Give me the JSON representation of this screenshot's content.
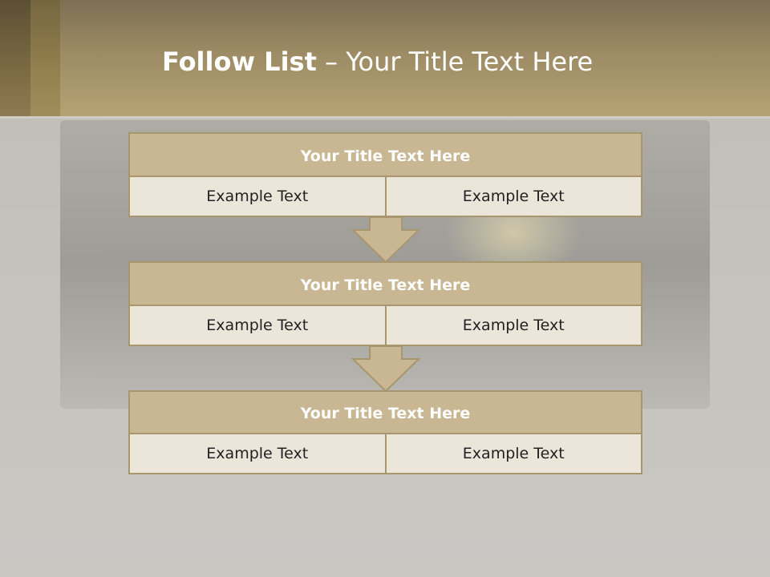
{
  "slide": {
    "title_bold": "Follow List",
    "title_rest": " – Your Title Text Here"
  },
  "blocks": [
    {
      "title": "Your Title Text Here",
      "left": "Example Text",
      "right": "Example Text"
    },
    {
      "title": "Your Title Text Here",
      "left": "Example Text",
      "right": "Example Text"
    },
    {
      "title": "Your Title Text Here",
      "left": "Example Text",
      "right": "Example Text"
    }
  ],
  "colors": {
    "header": "#9c8b64",
    "block_title_bg": "#c8b792",
    "cell_bg": "#ebe5da",
    "border": "#a8966e",
    "arrow_fill": "#c8b792"
  },
  "icons": [
    "down-arrow-icon",
    "down-arrow-icon"
  ]
}
